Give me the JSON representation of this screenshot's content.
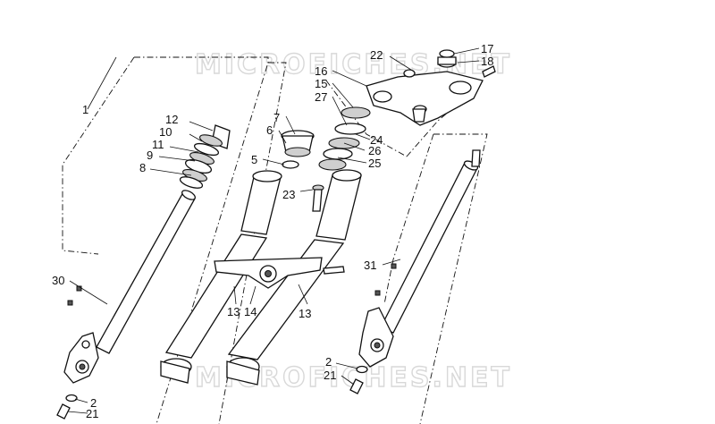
{
  "watermark": "MICROFICHES.NET",
  "labels": {
    "l1": "1",
    "l2a": "2",
    "l2b": "2",
    "l5": "5",
    "l6": "6",
    "l7": "7",
    "l8": "8",
    "l9": "9",
    "l10": "10",
    "l11": "11",
    "l12": "12",
    "l13a": "13",
    "l13b": "13",
    "l14": "14",
    "l15": "15",
    "l16": "16",
    "l17": "17",
    "l18": "18",
    "l21a": "21",
    "l21b": "21",
    "l22": "22",
    "l23": "23",
    "l24": "24",
    "l25": "25",
    "l26": "26",
    "l27": "27",
    "l30": "30",
    "l31": "31"
  }
}
